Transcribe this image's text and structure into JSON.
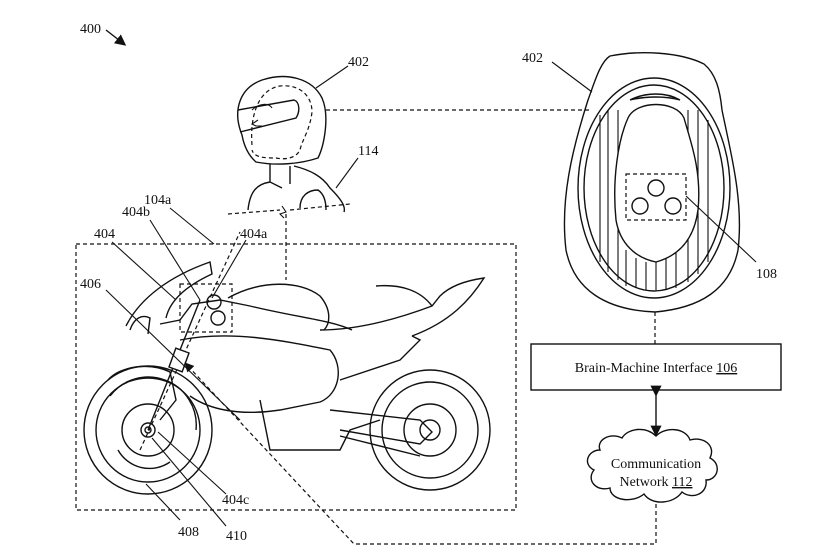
{
  "figure": {
    "figure_ref": "400",
    "labels": {
      "helmet_side": "402",
      "helmet_top": "402",
      "rider": "114",
      "vehicle_system": "104a",
      "controls": "404",
      "control_b": "404b",
      "control_a": "404a",
      "control_c": "404c",
      "steering": "406",
      "front_wheel": "408",
      "wheel_hub": "410",
      "sensor_array": "108"
    },
    "bmi_box": {
      "text": "Brain-Machine Interface ",
      "ref": "106"
    },
    "network_cloud": {
      "line1": "Communication",
      "line2": "Network ",
      "ref": "112"
    }
  }
}
